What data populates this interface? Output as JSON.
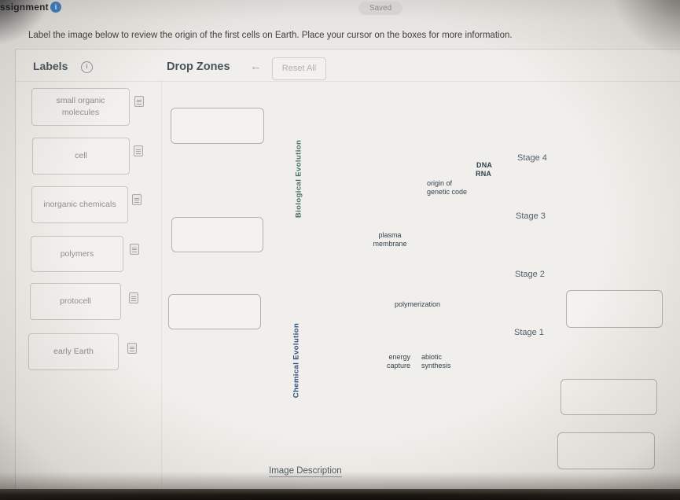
{
  "header": {
    "assignment_label": "ssignment",
    "saved_badge": "Saved",
    "instruction": "Label the image below to review the origin of the first cells on Earth. Place your cursor on the boxes for more information.",
    "info_icon_glyph": "i"
  },
  "labels_panel": {
    "title": "Labels",
    "items": [
      "small organic molecules",
      "cell",
      "inorganic chemicals",
      "polymers",
      "protocell",
      "early Earth"
    ]
  },
  "dropzones_panel": {
    "title": "Drop Zones",
    "undo_arrow": "←",
    "reset_button": "Reset All",
    "image_description_link": "Image Description"
  },
  "diagram": {
    "band_top": "Biological Evolution",
    "band_bottom": "Chemical Evolution",
    "stages": [
      "Stage 4",
      "Stage 3",
      "Stage 2",
      "Stage 1"
    ],
    "annotations": {
      "dna": "DNA",
      "rna": "RNA",
      "origin_of_genetic_code": "origin of genetic code",
      "plasma_membrane": "plasma membrane",
      "polymerization": "polymerization",
      "energy_capture": "energy capture",
      "abiotic_synthesis": "abiotic synthesis"
    },
    "colors": {
      "band_top": "#a6d6ce",
      "band_bottom": "#8db6e3",
      "image_bg_top": "#cfdde5",
      "image_bg_bottom": "#bdd0e8",
      "drop_box_fill": "#f6ecca",
      "drop_box_border": "#bfa05e",
      "accent_info_blue": "#3a7dc0",
      "pink_cell": "#f0b2b6",
      "polymer_purple": "#a3489a",
      "helix_teal": "#2e6186"
    }
  }
}
